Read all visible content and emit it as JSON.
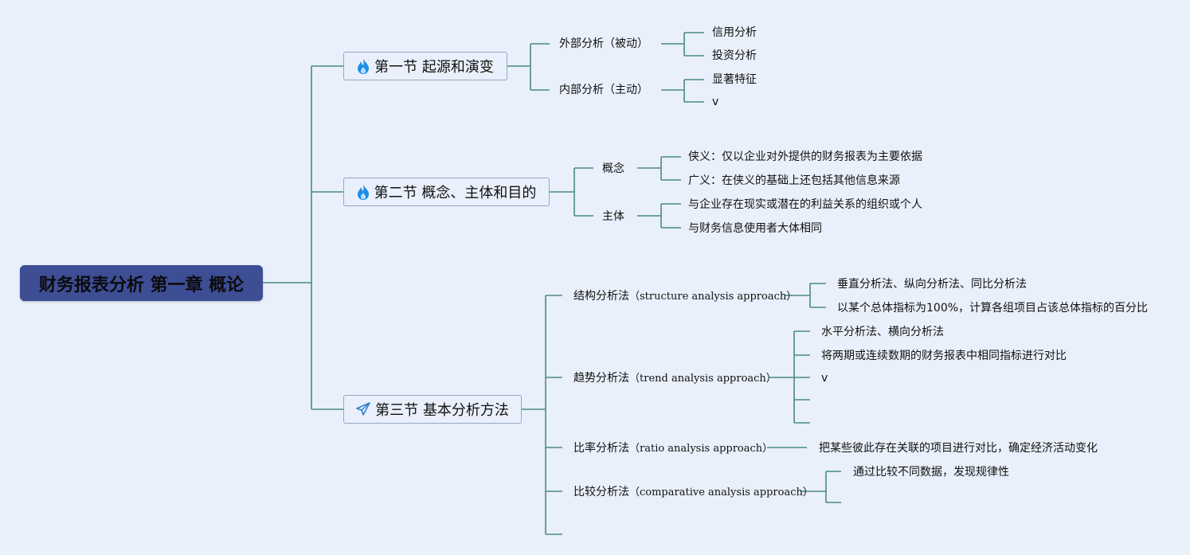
{
  "root": {
    "title": "财务报表分析 第一章 概论"
  },
  "sections": [
    {
      "title": "第一节 起源和演变",
      "icon": "flame-icon",
      "children": [
        {
          "label": "外部分析（被动）",
          "children": [
            "信用分析",
            "投资分析"
          ]
        },
        {
          "label": "内部分析（主动）",
          "children": [
            "显著特征",
            "v"
          ]
        }
      ]
    },
    {
      "title": "第二节 概念、主体和目的",
      "icon": "flame-icon",
      "children": [
        {
          "label": "概念",
          "children": [
            "侠义：仅以企业对外提供的财务报表为主要依据",
            "广义：在侠义的基础上还包括其他信息来源"
          ]
        },
        {
          "label": "主体",
          "children": [
            "与企业存在现实或潜在的利益关系的组织或个人",
            "与财务信息使用者大体相同"
          ]
        }
      ]
    },
    {
      "title": "第三节 基本分析方法",
      "icon": "paper-plane-icon",
      "children": [
        {
          "label_cn": "结构分析法",
          "label_en": "（structure analysis approach）",
          "children": [
            "垂直分析法、纵向分析法、同比分析法",
            "以某个总体指标为100%，计算各组项目占该总体指标的百分比"
          ]
        },
        {
          "label_cn": "趋势分析法",
          "label_en": "（trend analysis approach）",
          "children": [
            "水平分析法、横向分析法",
            "将两期或连续数期的财务报表中相同指标进行对比",
            "v"
          ]
        },
        {
          "label_cn": "比率分析法",
          "label_en": "（ratio analysis approach）",
          "children": [
            "把某些彼此存在关联的项目进行对比，确定经济活动变化"
          ]
        },
        {
          "label_cn": "比较分析法",
          "label_en": "（comparative analysis approach）",
          "children": [
            "通过比较不同数据，发现规律性"
          ]
        }
      ]
    }
  ],
  "colors": {
    "line": "#4a8a80",
    "root_bg": "#3d4e94",
    "background": "#e9f0fb",
    "flame": "#1e8ee8",
    "plane": "#2a7fc9"
  }
}
